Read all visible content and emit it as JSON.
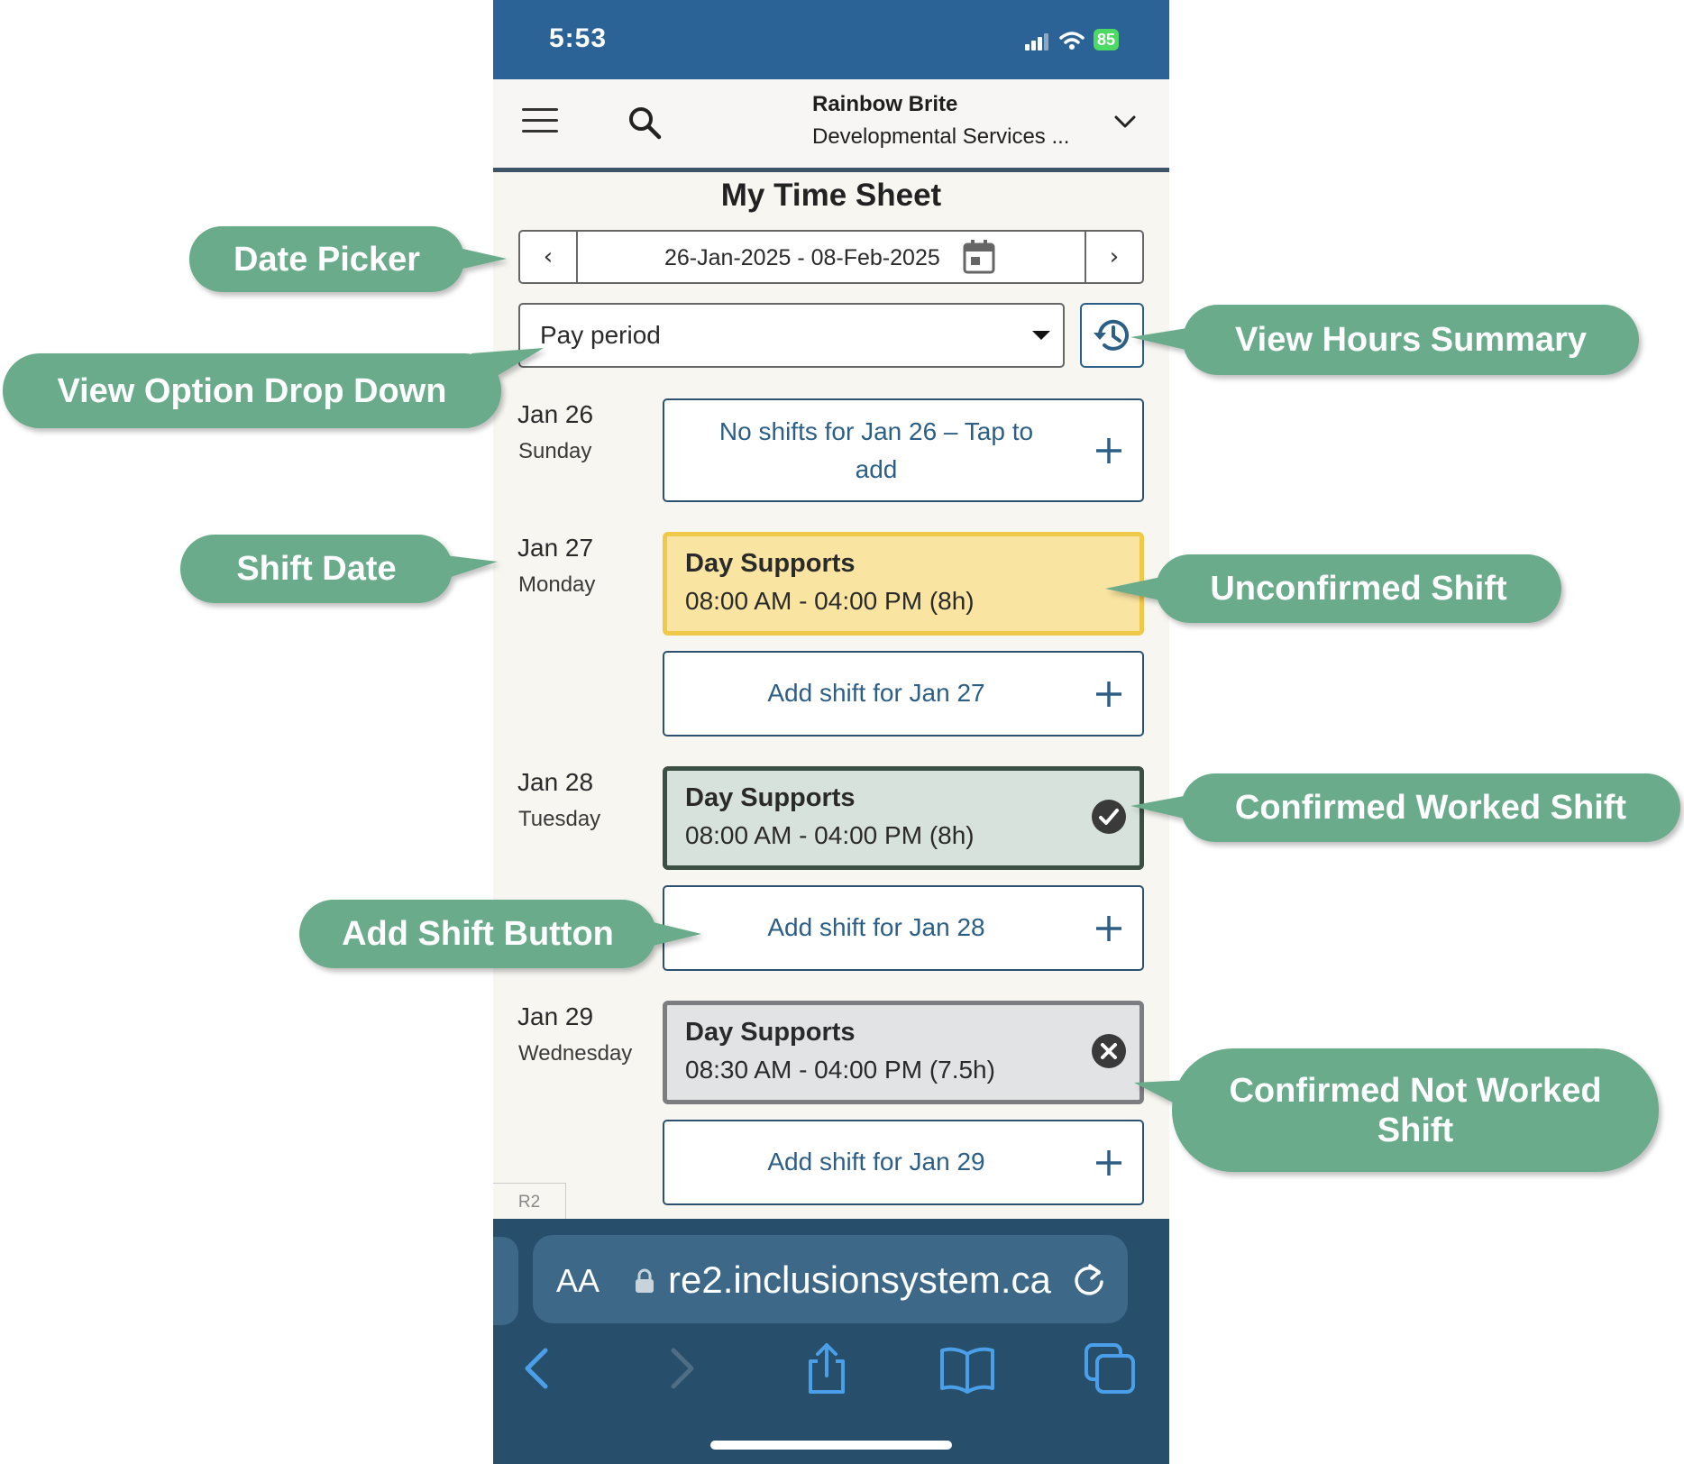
{
  "status_bar": {
    "time": "5:53",
    "battery": "85"
  },
  "header": {
    "org_name": "Rainbow Brite",
    "org_subtitle": "Developmental Services ..."
  },
  "page_title": "My Time Sheet",
  "date_picker": {
    "prev": "‹",
    "range": "26-Jan-2025 - 08-Feb-2025",
    "next": "›"
  },
  "view_option": {
    "selected": "Pay period"
  },
  "days": [
    {
      "date": "Jan 26",
      "weekday": "Sunday",
      "empty_label_line1": "No shifts for Jan 26 – Tap to",
      "empty_label_line2": "add"
    },
    {
      "date": "Jan 27",
      "weekday": "Monday",
      "shift": {
        "type": "Day Supports",
        "time": "08:00 AM - 04:00 PM (8h)",
        "status": "unconfirmed"
      },
      "add_label": "Add shift for Jan 27"
    },
    {
      "date": "Jan 28",
      "weekday": "Tuesday",
      "shift": {
        "type": "Day Supports",
        "time": "08:00 AM - 04:00 PM (8h)",
        "status": "confirmed-worked"
      },
      "add_label": "Add shift for Jan 28"
    },
    {
      "date": "Jan 29",
      "weekday": "Wednesday",
      "shift": {
        "type": "Day Supports",
        "time": "08:30 AM - 04:00 PM (7.5h)",
        "status": "confirmed-not-worked"
      },
      "add_label": "Add shift for Jan 29"
    }
  ],
  "version_tab": "R2",
  "browser": {
    "aa": "AA",
    "url": "re2.inclusionsystem.ca"
  },
  "callouts": {
    "date_picker": "Date Picker",
    "view_option": "View Option Drop Down",
    "hours_summary": "View Hours Summary",
    "shift_date": "Shift Date",
    "unconfirmed": "Unconfirmed Shift",
    "confirmed_worked": "Confirmed Worked Shift",
    "add_shift": "Add Shift Button",
    "not_worked_line1": "Confirmed Not Worked",
    "not_worked_line2": "Shift"
  },
  "colors": {
    "status_bar": "#2b6397",
    "accent_blue": "#2b5f86",
    "unconfirmed_bg": "#f9e4a1",
    "unconfirmed_border": "#f0c84a",
    "worked_bg": "#d8e2dc",
    "worked_border": "#3b4f44",
    "not_worked_bg": "#e2e3e5",
    "not_worked_border": "#7b7d80",
    "callout_green": "#69ab8b",
    "browser_bar": "#274f6b"
  },
  "icons": [
    "menu-icon",
    "search-icon",
    "chevron-down-icon",
    "calendar-icon",
    "history-icon",
    "plus-icon",
    "check-circle-icon",
    "x-circle-icon",
    "lock-icon",
    "reload-icon",
    "back-icon",
    "forward-icon",
    "share-icon",
    "bookmarks-icon",
    "tabs-icon"
  ]
}
